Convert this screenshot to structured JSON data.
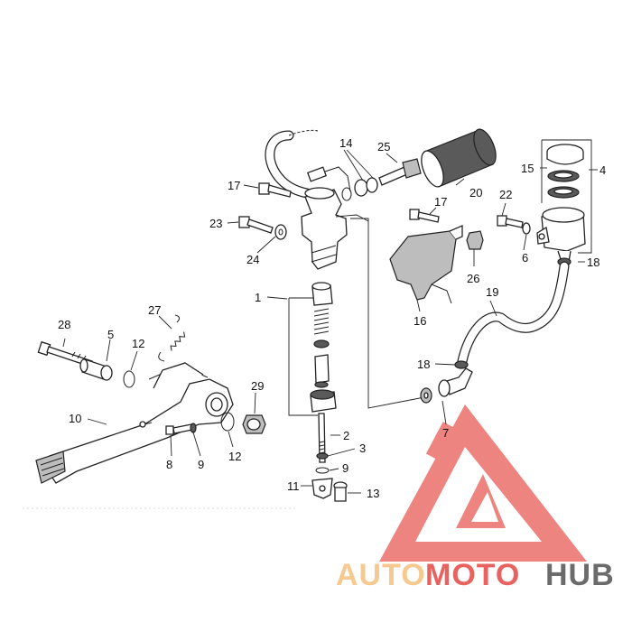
{
  "diagram": {
    "callouts": [
      {
        "id": "c1",
        "text": "1"
      },
      {
        "id": "c2",
        "text": "2"
      },
      {
        "id": "c3",
        "text": "3"
      },
      {
        "id": "c4",
        "text": "4"
      },
      {
        "id": "c5",
        "text": "5"
      },
      {
        "id": "c6",
        "text": "6"
      },
      {
        "id": "c7",
        "text": "7"
      },
      {
        "id": "c8",
        "text": "8"
      },
      {
        "id": "c9a",
        "text": "9"
      },
      {
        "id": "c9b",
        "text": "9"
      },
      {
        "id": "c10",
        "text": "10"
      },
      {
        "id": "c11",
        "text": "11"
      },
      {
        "id": "c12a",
        "text": "12"
      },
      {
        "id": "c12b",
        "text": "12"
      },
      {
        "id": "c13",
        "text": "13"
      },
      {
        "id": "c14",
        "text": "14"
      },
      {
        "id": "c15",
        "text": "15"
      },
      {
        "id": "c16",
        "text": "16"
      },
      {
        "id": "c17a",
        "text": "17"
      },
      {
        "id": "c17b",
        "text": "17"
      },
      {
        "id": "c18a",
        "text": "18"
      },
      {
        "id": "c18b",
        "text": "18"
      },
      {
        "id": "c19",
        "text": "19"
      },
      {
        "id": "c20",
        "text": "20"
      },
      {
        "id": "c22",
        "text": "22"
      },
      {
        "id": "c23",
        "text": "23"
      },
      {
        "id": "c24",
        "text": "24"
      },
      {
        "id": "c25",
        "text": "25"
      },
      {
        "id": "c26",
        "text": "26"
      },
      {
        "id": "c27",
        "text": "27"
      },
      {
        "id": "c28",
        "text": "28"
      },
      {
        "id": "c29",
        "text": "29"
      }
    ]
  },
  "watermark": {
    "brand_part1": "AUTO",
    "brand_part2": "MOTO",
    "brand_part3": "HUB",
    "color_light": "#f5c98f",
    "color_red": "#e8635f",
    "color_dark": "#6b6b6b"
  }
}
